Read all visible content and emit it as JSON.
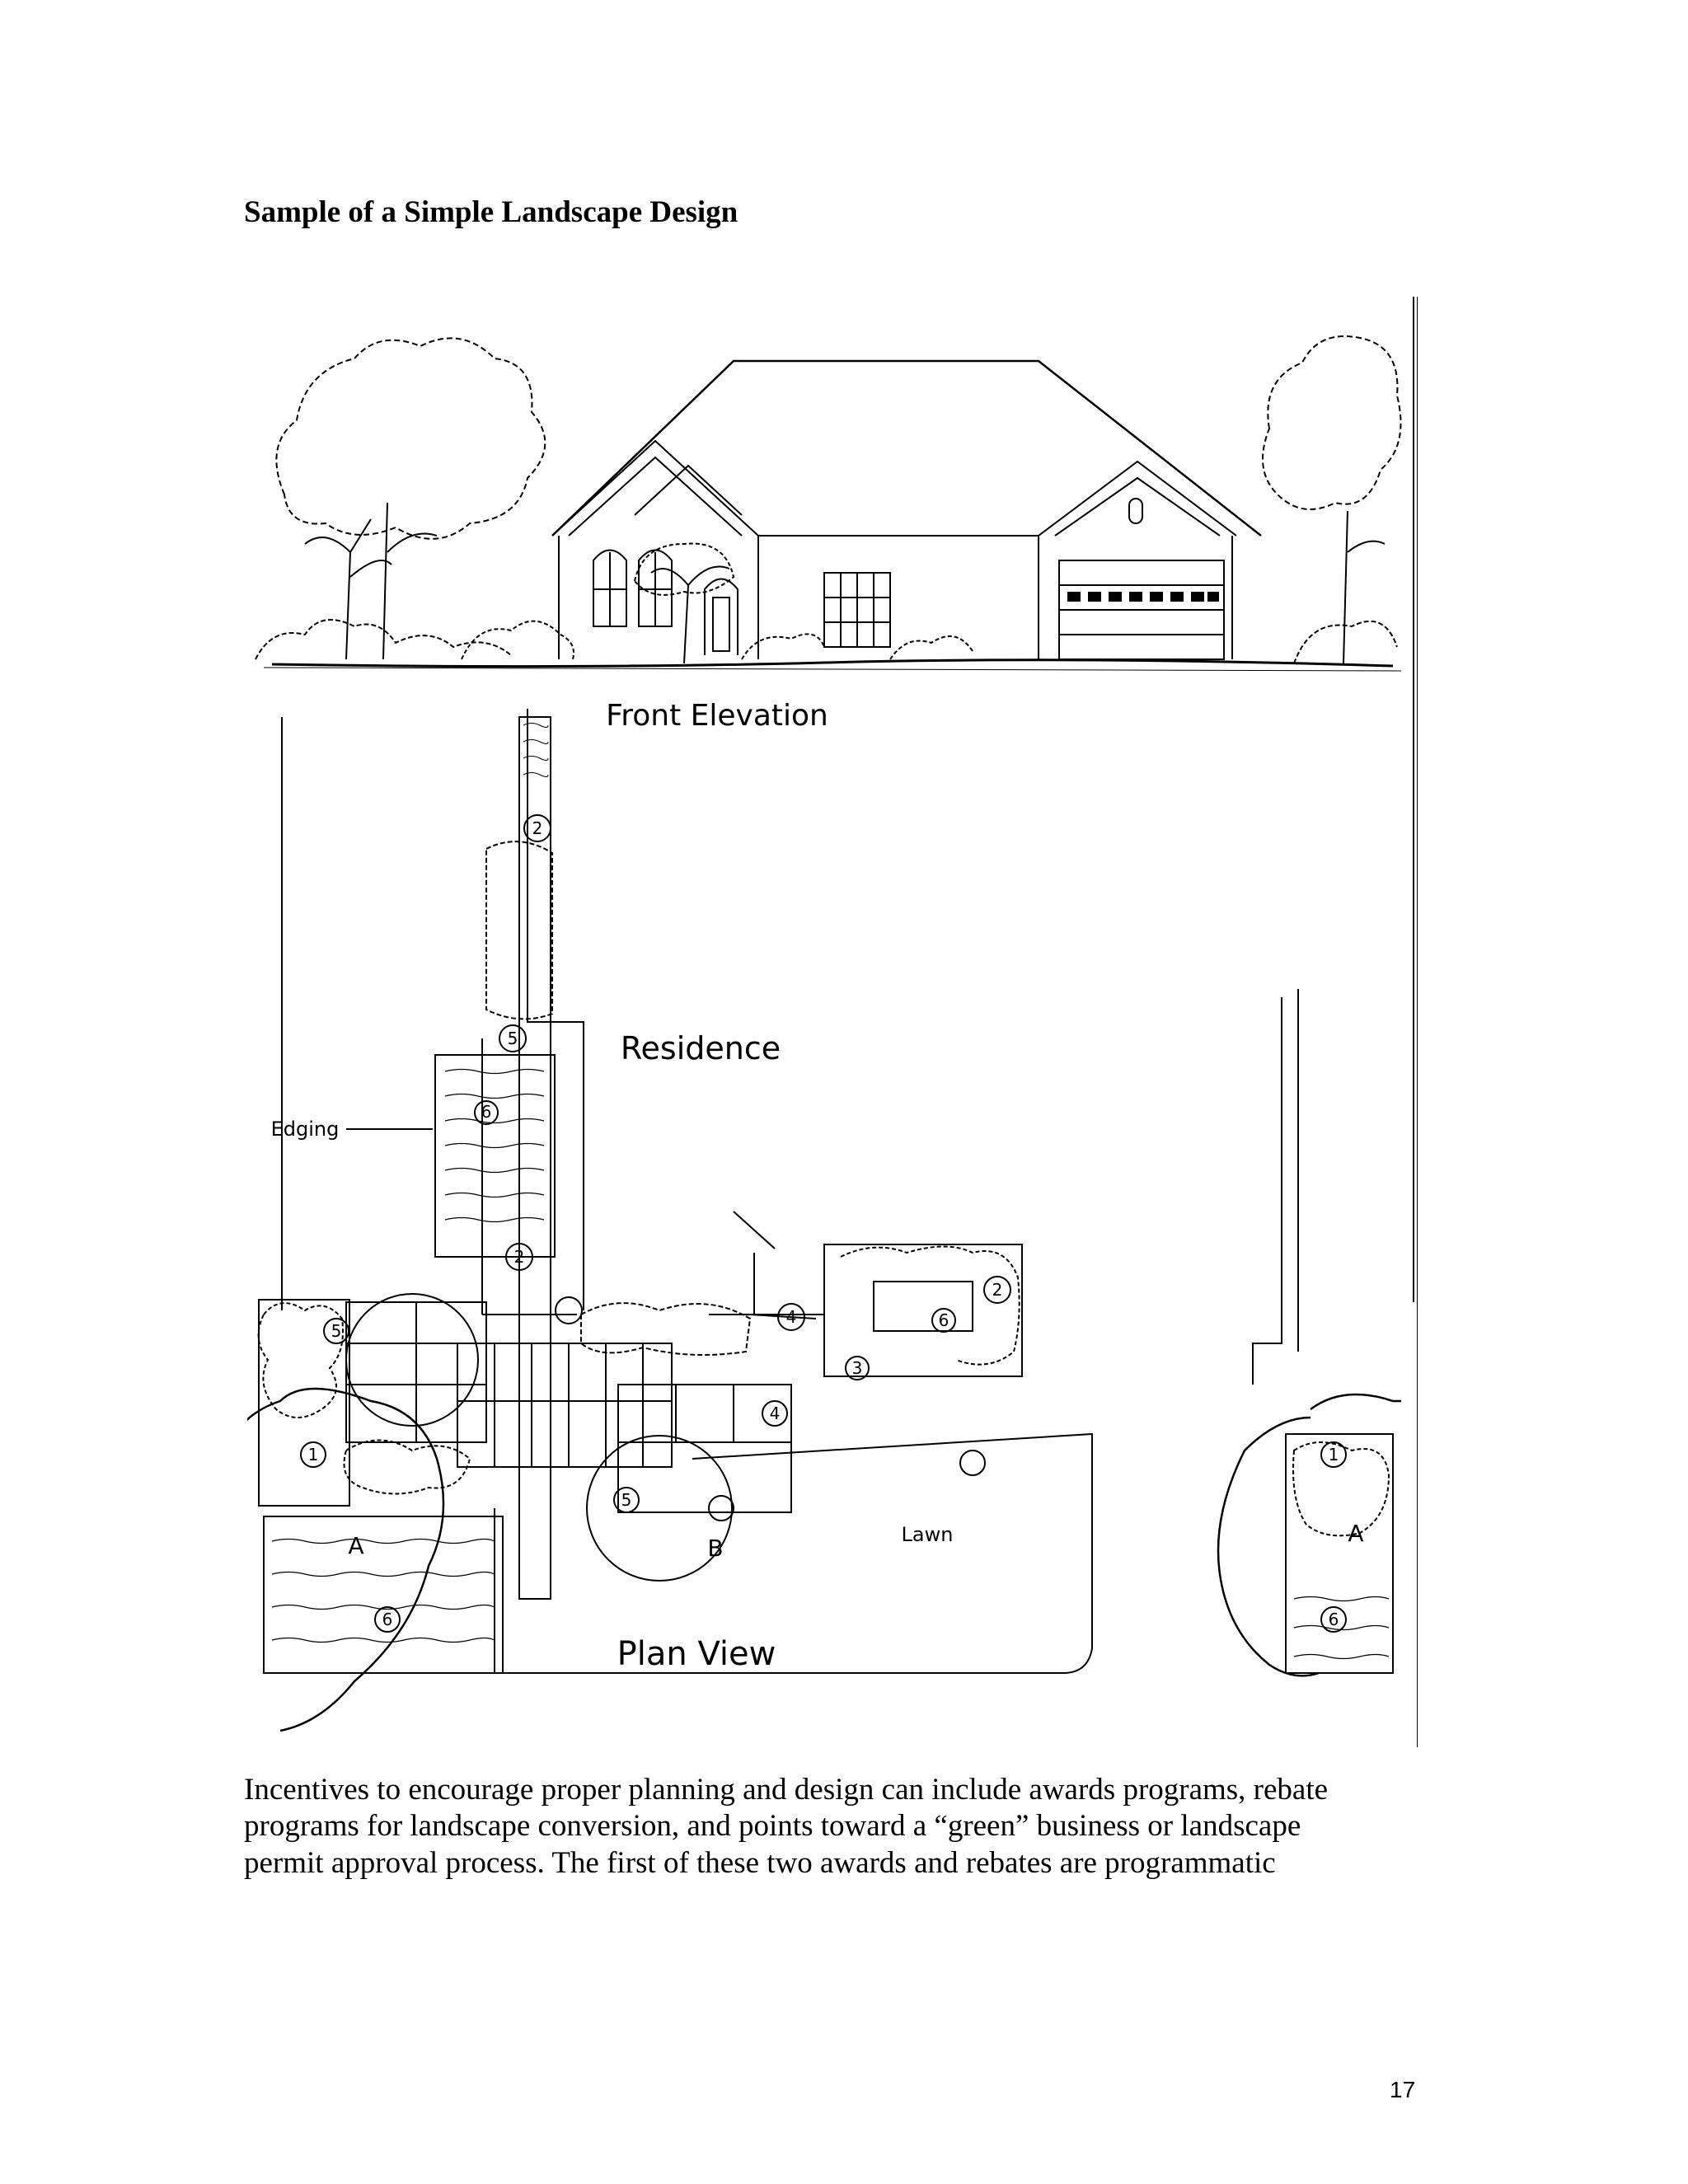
{
  "document": {
    "title": "Sample of a Simple Landscape Design",
    "figure": {
      "labels": {
        "front_elevation": "Front Elevation",
        "residence": "Residence",
        "edging": "Edging",
        "lawn": "Lawn",
        "plan_view": "Plan View"
      },
      "plant_keys": [
        "1",
        "2",
        "3",
        "4",
        "5",
        "6",
        "A",
        "B"
      ]
    },
    "paragraph_lines": [
      "Incentives to encourage proper planning and design can include awards programs, rebate",
      "programs for landscape conversion, and points toward a “green” business or landscape",
      "permit approval process. The first of these two awards and rebates are programmatic"
    ],
    "page_number": "17"
  }
}
